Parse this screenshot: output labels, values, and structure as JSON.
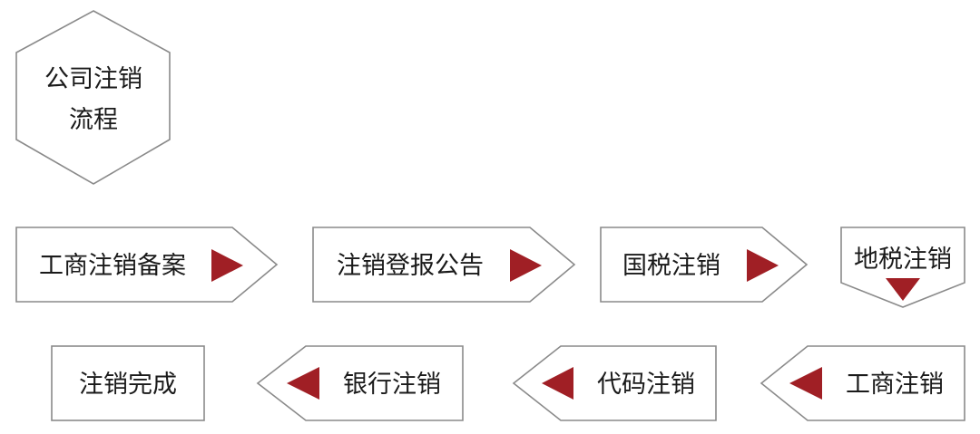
{
  "title": {
    "line1": "公司注销",
    "line2": "流程"
  },
  "steps": [
    {
      "label": "工商注销备案"
    },
    {
      "label": "注销登报公告"
    },
    {
      "label": "国税注销"
    },
    {
      "label": "地税注销"
    },
    {
      "label": "工商注销"
    },
    {
      "label": "代码注销"
    },
    {
      "label": "银行注销"
    },
    {
      "label": "注销完成"
    }
  ],
  "colors": {
    "arrow": "#a01f25",
    "border": "#8a8a8a"
  }
}
